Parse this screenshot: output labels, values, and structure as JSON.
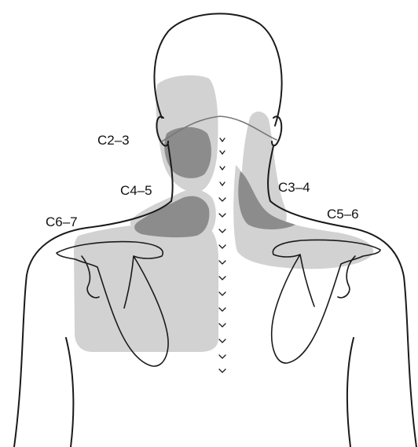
{
  "labels": {
    "c2_3": "C2–3",
    "c3_4": "C3–4",
    "c4_5": "C4–5",
    "c5_6": "C5–6",
    "c6_7": "C6–7"
  },
  "colors": {
    "light_zone": "#d2d2d2",
    "dark_overlap": "#8c8c8c",
    "outline": "#1a1a1a"
  }
}
